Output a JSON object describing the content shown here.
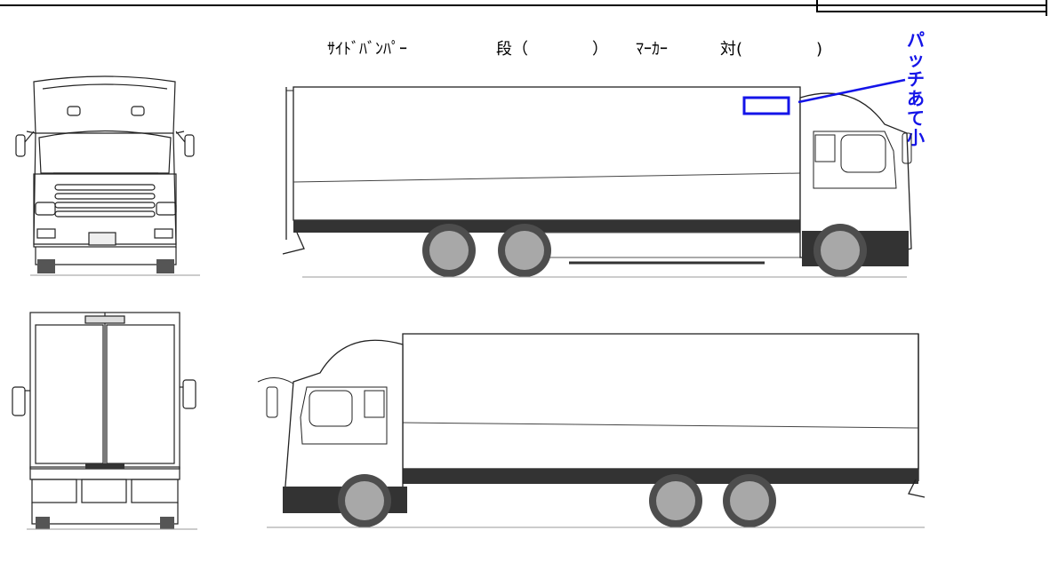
{
  "header": {
    "side_bumper_label": "ｻｲﾄﾞﾊﾞﾝﾊﾟｰ",
    "dan_label": "段（",
    "dan_close": "）",
    "marker_label": "ﾏｰｶｰ",
    "tsui_label": "対(",
    "tsui_close": ")"
  },
  "annotation": {
    "chars": [
      "パ",
      "ッ",
      "チ",
      "あ",
      "て",
      "小"
    ],
    "color": "#1414e8"
  },
  "colors": {
    "chassis": "#333333",
    "tire": "#4d4d4d",
    "hub": "#a8a8a8",
    "outline": "#222222",
    "marker_box": "#1414e8"
  }
}
